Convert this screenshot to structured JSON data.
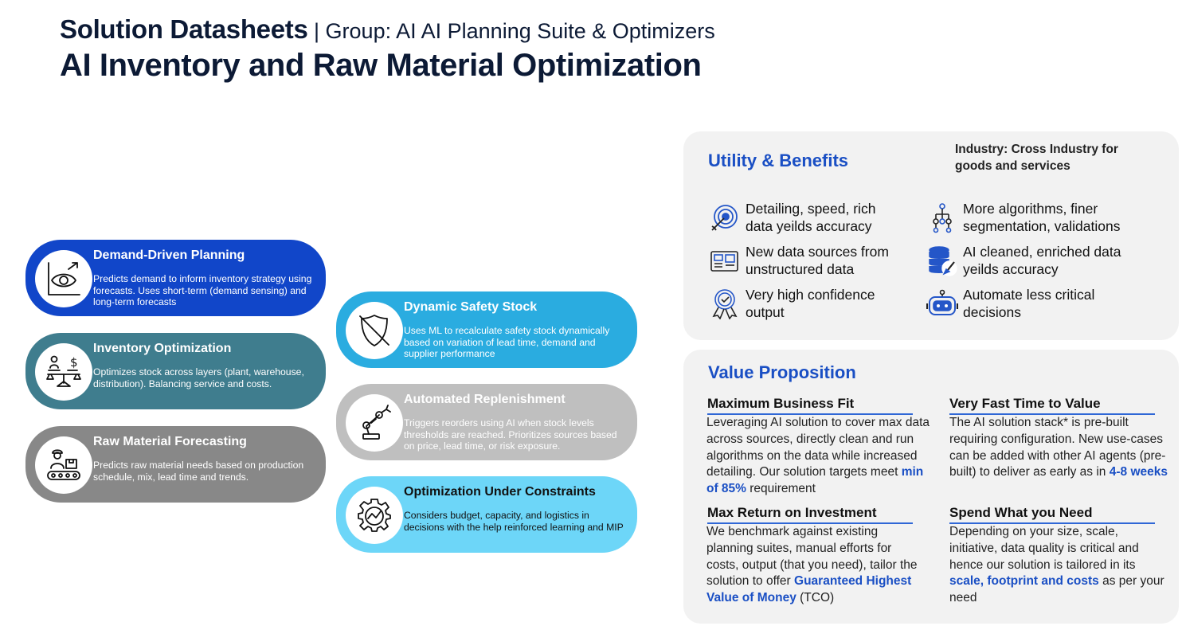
{
  "header": {
    "prefix": "Solution Datasheets",
    "group": " | Group: AI AI Planning Suite & Optimizers",
    "title": "AI Inventory and Raw Material Optimization"
  },
  "pillars": [
    {
      "title": "Demand-Driven Planning",
      "desc": "Predicts demand to inform inventory strategy using forecasts. Uses short-term (demand sensing) and long-term forecasts",
      "color": "#1146c9",
      "icon": "eye-chart-icon"
    },
    {
      "title": "Inventory Optimization",
      "desc": "Optimizes stock across layers (plant, warehouse, distribution). Balancing service and costs.",
      "color": "#3f7d8e",
      "icon": "balance-scale-icon"
    },
    {
      "title": "Raw Material Forecasting",
      "desc": "Predicts raw material needs based on production schedule, mix, lead time and trends.",
      "color": "#888888",
      "icon": "conveyor-worker-icon"
    },
    {
      "title": "Dynamic Safety Stock",
      "desc": "Uses ML to recalculate safety stock dynamically based on variation of lead time, demand and supplier performance",
      "color": "#2aace0",
      "icon": "shield-off-icon"
    },
    {
      "title": "Automated Replenishment",
      "desc": "Triggers reorders using AI when stock levels thresholds are reached. Prioritizes sources based on price, lead time, or risk exposure.",
      "color": "#bfbfbf",
      "icon": "robot-arm-icon"
    },
    {
      "title": "Optimization Under Constraints",
      "desc": "Considers budget, capacity, and logistics in decisions with the help reinforced learning and MIP",
      "color": "#6dd6f8",
      "icon": "gear-chart-icon"
    }
  ],
  "utility": {
    "title": "Utility & Benefits",
    "industry": "Industry: Cross Industry for goods and services",
    "items": [
      {
        "text": "Detailing, speed, rich data yeilds accuracy",
        "icon": "target-icon"
      },
      {
        "text": "More algorithms, finer segmentation, validations",
        "icon": "network-icon"
      },
      {
        "text": "New data sources from unstructured data",
        "icon": "documents-icon"
      },
      {
        "text": "AI cleaned, enriched data yeilds accuracy",
        "icon": "database-brush-icon"
      },
      {
        "text": "Very high confidence output",
        "icon": "badge-check-icon"
      },
      {
        "text": "Automate less critical decisions",
        "icon": "robot-icon"
      }
    ]
  },
  "value": {
    "title": "Value Proposition",
    "fit": {
      "head": "Maximum Business Fit",
      "body": "Leveraging AI solution to cover max data across sources, directly clean and run algorithms on the data while increased detailing. Our solution targets meet ",
      "hl": "min of 85%",
      "tail": " requirement"
    },
    "fast": {
      "head": "Very Fast Time to Value",
      "body": "The AI solution stack* is pre-built requiring configuration. New use-cases can be added with other AI agents (pre-built) to deliver as early as in ",
      "hl": "4-8 weeks",
      "tail": ""
    },
    "roi": {
      "head": "Max Return on Investment",
      "body": "We benchmark against existing planning suites, manual efforts for costs, output (that you need), tailor the solution to offer ",
      "hl": "Guaranteed Highest Value of Money",
      "tail": " (TCO)"
    },
    "spend": {
      "head": "Spend What you Need",
      "body": "Depending on your size, scale, initiative, data quality is critical and hence our solution is tailored in its ",
      "hl": "scale, footprint and costs",
      "tail": " as per your need"
    }
  }
}
